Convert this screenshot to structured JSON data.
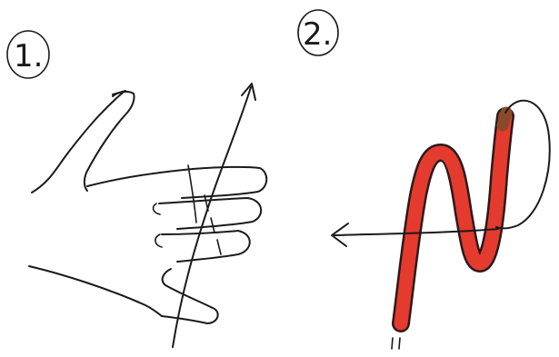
{
  "panel_1": {
    "label": "1."
  },
  "panel_2": {
    "label": "2."
  },
  "colors": {
    "ink": "#1a1a1a",
    "wire": "#e53a2e",
    "wire_outline": "#2a1a1a",
    "wire_cap": "#8a4a2a"
  },
  "icons": {
    "panel_1": "right-hand-rule-hand",
    "panel_2": "bent-red-wire-with-current-arrow"
  }
}
